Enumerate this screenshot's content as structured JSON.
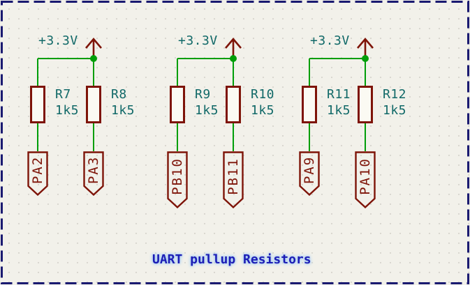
{
  "sheet": {
    "title_note": "UART pullup Resistors"
  },
  "groups": [
    {
      "power": "+3.3V",
      "left_ref": "R7",
      "left_value": "1k5",
      "right_ref": "R8",
      "right_value": "1k5",
      "left_net": "PA2",
      "right_net": "PA3"
    },
    {
      "power": "+3.3V",
      "left_ref": "R9",
      "left_value": "1k5",
      "right_ref": "R10",
      "right_value": "1k5",
      "left_net": "PB10",
      "right_net": "PB11"
    },
    {
      "power": "+3.3V",
      "left_ref": "R11",
      "left_value": "1k5",
      "right_ref": "R12",
      "right_value": "1k5",
      "left_net": "PA9",
      "right_net": "PA10"
    }
  ],
  "colors": {
    "background": "#F2F1EA",
    "grid_dot": "#D8D7CE",
    "sheet_border": "#191970",
    "wire": "#009E09",
    "component": "#7E1408",
    "field_text": "#116968",
    "title_text": "#1D1DB5",
    "title_glow": "#A9CDF3"
  }
}
